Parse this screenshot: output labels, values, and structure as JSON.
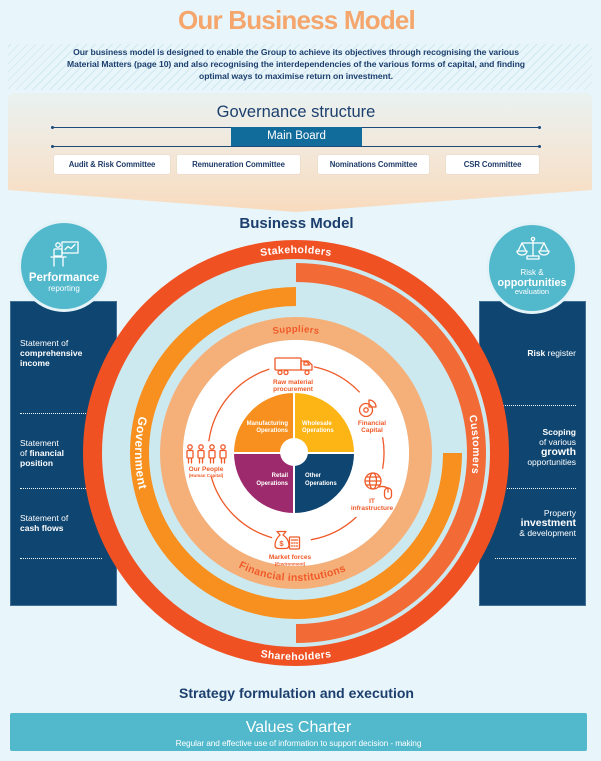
{
  "page": {
    "title": "Our Business Model",
    "intro_lines": [
      "Our business model is designed to enable the Group to achieve its objectives through recognising the various",
      "Material Matters (page 10) and also recognising the interdependencies of the various forms of capital, and finding",
      "optimal ways to maximise return on investment."
    ]
  },
  "governance": {
    "title": "Governance structure",
    "main_board": "Main Board",
    "committees": [
      "Audit & Risk Committee",
      "Remuneration Committee",
      "Nominations Committee",
      "CSR Committee"
    ]
  },
  "business_model": {
    "title": "Business Model",
    "rings": {
      "stakeholders": "Stakeholders",
      "shareholders": "Shareholders",
      "customers": "Customers",
      "government": "Government",
      "suppliers": "Suppliers",
      "financial_institutions": "Financial institutions"
    },
    "capitals": {
      "raw_material": {
        "line1": "Raw material",
        "line2": "procurement",
        "icon": "truck-icon"
      },
      "financial": {
        "line1": "Financial",
        "line2": "Capital",
        "icon": "pie-chart-icon"
      },
      "it": {
        "line1": "IT",
        "line2": "infrastructure",
        "icon": "globe-mouse-icon"
      },
      "market": {
        "line1": "Market forces",
        "line2": "(Environment)",
        "icon": "money-bag-icon"
      },
      "people": {
        "line1": "Our People",
        "line2": "(Human Capital)",
        "icon": "people-icon"
      }
    },
    "operations": {
      "manufacturing": {
        "line1": "Manufacturing",
        "line2": "Operations"
      },
      "wholesale": {
        "line1": "Wholesale",
        "line2": "Operations"
      },
      "retail": {
        "line1": "Retail",
        "line2": "Operations"
      },
      "other": {
        "line1": "Other",
        "line2": "Operations"
      }
    }
  },
  "performance": {
    "title": "Performance",
    "subtitle": "reporting",
    "icon": "presentation-icon",
    "items": [
      {
        "l1": "Statement of",
        "l2": "comprehensive",
        "l3": "income"
      },
      {
        "l1": "Statement",
        "l2a": "of ",
        "l2b": "financial",
        "l3": "position"
      },
      {
        "l1": "Statement of",
        "l2": "cash flows"
      }
    ]
  },
  "risk": {
    "pre": "Risk &",
    "title": "opportunities",
    "subtitle": "evaluation",
    "icon": "scales-icon",
    "items": [
      {
        "bold": "Risk",
        "rest": " register"
      },
      {
        "l1": "Scoping",
        "l2": "of various",
        "l3": "growth",
        "l4": "opportunities"
      },
      {
        "l1": "Property",
        "l2": "investment",
        "l3": "& development"
      }
    ]
  },
  "strategy": {
    "title": "Strategy formulation and execution"
  },
  "values_charter": {
    "title": "Values Charter",
    "subtitle": "Regular and effective use of information to support decision - making"
  },
  "colors": {
    "title": "#F5A66C",
    "navy_text": "#1C3F6E",
    "main_board": "#126C9B",
    "panel_navy": "#0E4571",
    "teal": "#52B8CC",
    "stakeholders_ring": "#F05123",
    "customers_arc": "#F26A36",
    "government_arc": "#F7901E",
    "suppliers_ring": "#F5B07A",
    "ring_background": "#CCE9F0",
    "capital_accent": "#EF5A28",
    "manufacturing": "#F7901E",
    "wholesale": "#FDB515",
    "retail": "#9D2A6C",
    "other": "#0E4571"
  }
}
